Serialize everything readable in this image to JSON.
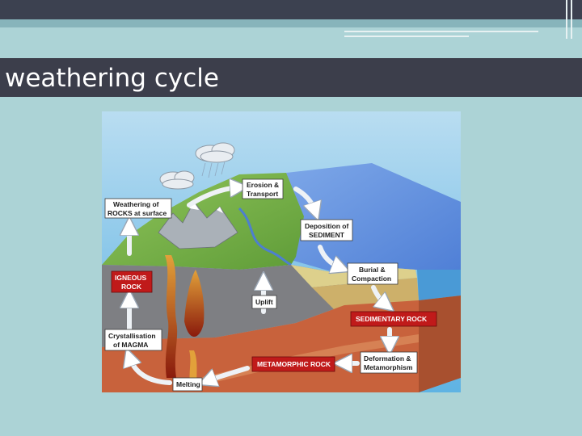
{
  "slide": {
    "title": "weathering cycle"
  },
  "diagram": {
    "labels": {
      "weathering_line1": "Weathering of",
      "weathering_line2": "ROCKS at surface",
      "erosion_line1": "Erosion &",
      "erosion_line2": "Transport",
      "deposition_line1": "Deposition of",
      "deposition_line2": "SEDIMENT",
      "burial_line1": "Burial &",
      "burial_line2": "Compaction",
      "igneous_line1": "IGNEOUS",
      "igneous_line2": "ROCK",
      "uplift": "Uplift",
      "sedimentary": "SEDIMENTARY ROCK",
      "crystallisation_line1": "Crystallisation",
      "crystallisation_line2": "of MAGMA",
      "metamorphic": "METAMORPHIC ROCK",
      "deformation_line1": "Deformation &",
      "deformation_line2": "Metamorphism",
      "melting": "Melting"
    }
  }
}
